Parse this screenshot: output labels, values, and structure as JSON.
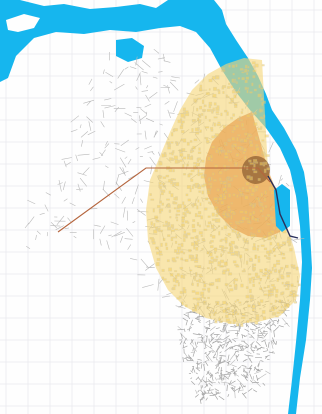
{
  "map": {
    "colors": {
      "background": "#fefefe",
      "grid": "#e9e9ee",
      "water": "#16b6ee",
      "street": "#b9b9b9",
      "street_dense": "#a5a5a5",
      "zone_outer": "#f6d77a",
      "zone_middle": "#e9a24e",
      "zone_core": "#9a6a3a",
      "block": "#f2cf62",
      "axis_line": "#b5653d",
      "port_line": "#2a2f5a"
    },
    "grid_visible": true,
    "zones": [
      "outer-catchment",
      "middle-catchment",
      "core-node"
    ],
    "features": [
      "river",
      "port-basins",
      "street-network",
      "radial-axis"
    ]
  }
}
